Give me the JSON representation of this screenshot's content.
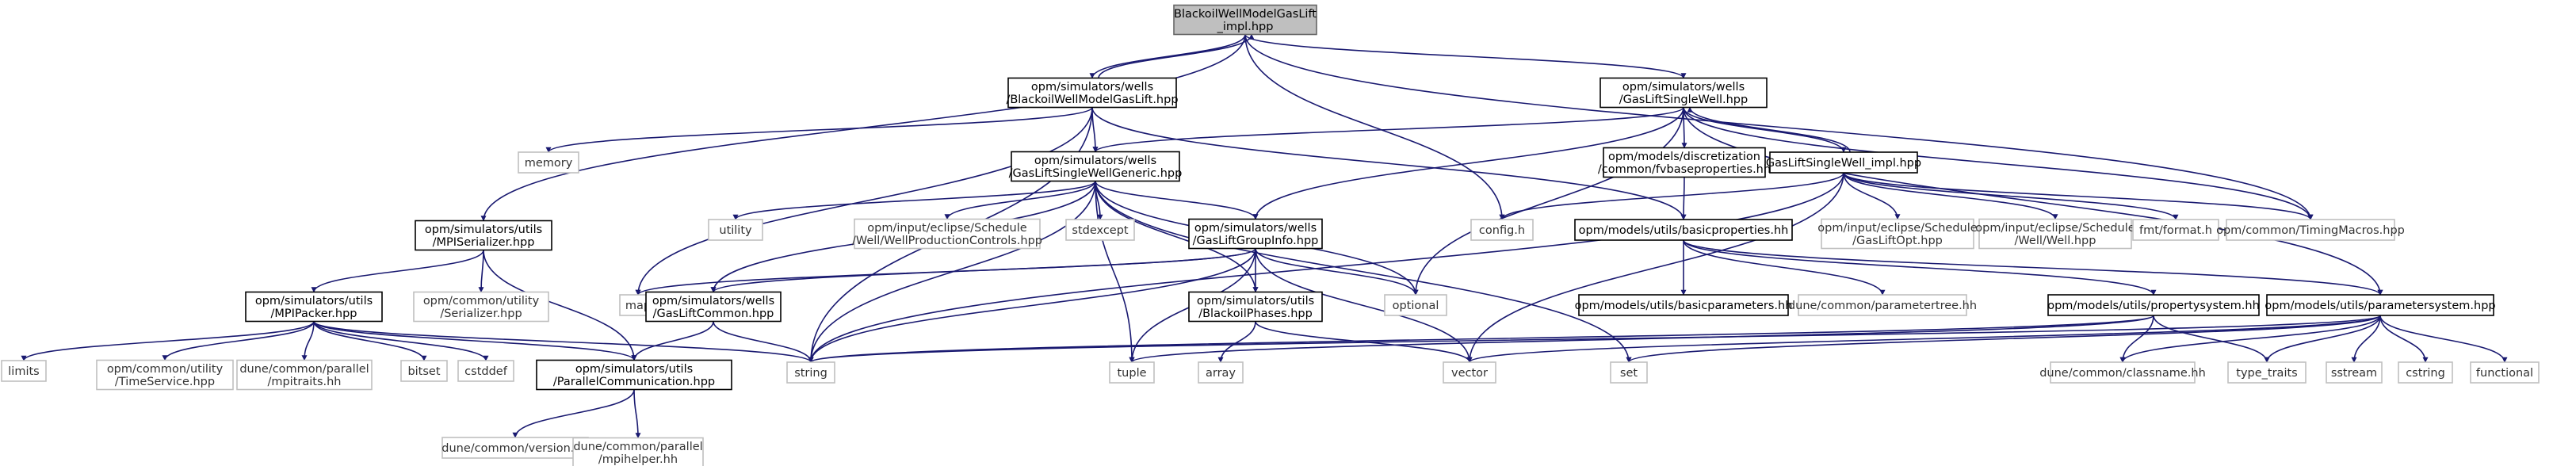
{
  "diagram": {
    "nodes": [
      {
        "id": "root",
        "kind": "root",
        "lines": [
          "BlackoilWellModelGasLift",
          "_impl.hpp"
        ]
      },
      {
        "id": "bwmgl",
        "kind": "int",
        "lines": [
          "opm/simulators/wells",
          "/BlackoilWellModelGasLift.hpp"
        ]
      },
      {
        "id": "glsw",
        "kind": "int",
        "lines": [
          "opm/simulators/wells",
          "/GasLiftSingleWell.hpp"
        ]
      },
      {
        "id": "memory",
        "kind": "ext",
        "lines": [
          "memory"
        ]
      },
      {
        "id": "glswg",
        "kind": "int",
        "lines": [
          "opm/simulators/wells",
          "/GasLiftSingleWellGeneric.hpp"
        ]
      },
      {
        "id": "fvbase",
        "kind": "int",
        "lines": [
          "opm/models/discretization",
          "/common/fvbaseproperties.hh"
        ]
      },
      {
        "id": "glswimpl",
        "kind": "int",
        "lines": [
          "GasLiftSingleWell_impl.hpp"
        ]
      },
      {
        "id": "mpiser",
        "kind": "int",
        "lines": [
          "opm/simulators/utils",
          "/MPISerializer.hpp"
        ]
      },
      {
        "id": "utility",
        "kind": "ext",
        "lines": [
          "utility"
        ]
      },
      {
        "id": "wpc",
        "kind": "ext",
        "lines": [
          "opm/input/eclipse/Schedule",
          "/Well/WellProductionControls.hpp"
        ]
      },
      {
        "id": "stdexcept",
        "kind": "ext",
        "lines": [
          "stdexcept"
        ]
      },
      {
        "id": "glgi",
        "kind": "int",
        "lines": [
          "opm/simulators/wells",
          "/GasLiftGroupInfo.hpp"
        ]
      },
      {
        "id": "configh",
        "kind": "ext",
        "lines": [
          "config.h"
        ]
      },
      {
        "id": "basicprops",
        "kind": "int",
        "lines": [
          "opm/models/utils/basicproperties.hh"
        ]
      },
      {
        "id": "gasliftopt",
        "kind": "ext",
        "lines": [
          "opm/input/eclipse/Schedule",
          "/GasLiftOpt.hpp"
        ]
      },
      {
        "id": "wellhpp",
        "kind": "ext",
        "lines": [
          "opm/input/eclipse/Schedule",
          "/Well/Well.hpp"
        ]
      },
      {
        "id": "fmt",
        "kind": "ext",
        "lines": [
          "fmt/format.h"
        ]
      },
      {
        "id": "timing",
        "kind": "ext",
        "lines": [
          "opm/common/TimingMacros.hpp"
        ]
      },
      {
        "id": "mpipacker",
        "kind": "int",
        "lines": [
          "opm/simulators/utils",
          "/MPIPacker.hpp"
        ]
      },
      {
        "id": "serializer",
        "kind": "ext",
        "lines": [
          "opm/common/utility",
          "/Serializer.hpp"
        ]
      },
      {
        "id": "map",
        "kind": "ext",
        "lines": [
          "map"
        ]
      },
      {
        "id": "glcommon",
        "kind": "int",
        "lines": [
          "opm/simulators/wells",
          "/GasLiftCommon.hpp"
        ]
      },
      {
        "id": "blackoilphases",
        "kind": "int",
        "lines": [
          "opm/simulators/utils",
          "/BlackoilPhases.hpp"
        ]
      },
      {
        "id": "optional",
        "kind": "ext",
        "lines": [
          "optional"
        ]
      },
      {
        "id": "basicparams",
        "kind": "int",
        "lines": [
          "opm/models/utils/basicparameters.hh"
        ]
      },
      {
        "id": "paramtree",
        "kind": "ext",
        "lines": [
          "dune/common/parametertree.hh"
        ]
      },
      {
        "id": "propsys",
        "kind": "int",
        "lines": [
          "opm/models/utils/propertysystem.hh"
        ]
      },
      {
        "id": "paramsys",
        "kind": "int",
        "lines": [
          "opm/models/utils/parametersystem.hpp"
        ]
      },
      {
        "id": "limits",
        "kind": "ext",
        "lines": [
          "limits"
        ]
      },
      {
        "id": "timeservice",
        "kind": "ext",
        "lines": [
          "opm/common/utility",
          "/TimeService.hpp"
        ]
      },
      {
        "id": "mpitraits",
        "kind": "ext",
        "lines": [
          "dune/common/parallel",
          "/mpitraits.hh"
        ]
      },
      {
        "id": "bitset",
        "kind": "ext",
        "lines": [
          "bitset"
        ]
      },
      {
        "id": "cstddef",
        "kind": "ext",
        "lines": [
          "cstddef"
        ]
      },
      {
        "id": "string",
        "kind": "ext",
        "lines": [
          "string"
        ]
      },
      {
        "id": "parcomm",
        "kind": "int",
        "lines": [
          "opm/simulators/utils",
          "/ParallelCommunication.hpp"
        ]
      },
      {
        "id": "tuple",
        "kind": "ext",
        "lines": [
          "tuple"
        ]
      },
      {
        "id": "array",
        "kind": "ext",
        "lines": [
          "array"
        ]
      },
      {
        "id": "vector",
        "kind": "ext",
        "lines": [
          "vector"
        ]
      },
      {
        "id": "set",
        "kind": "ext",
        "lines": [
          "set"
        ]
      },
      {
        "id": "classname",
        "kind": "ext",
        "lines": [
          "dune/common/classname.hh"
        ]
      },
      {
        "id": "typetraits",
        "kind": "ext",
        "lines": [
          "type_traits"
        ]
      },
      {
        "id": "sstream",
        "kind": "ext",
        "lines": [
          "sstream"
        ]
      },
      {
        "id": "cstring",
        "kind": "ext",
        "lines": [
          "cstring"
        ]
      },
      {
        "id": "functional",
        "kind": "ext",
        "lines": [
          "functional"
        ]
      },
      {
        "id": "duneversion",
        "kind": "ext",
        "lines": [
          "dune/common/version.hh"
        ]
      },
      {
        "id": "mpihelper",
        "kind": "ext",
        "lines": [
          "dune/common/parallel",
          "/mpihelper.hh"
        ]
      }
    ],
    "edges": [
      [
        "root",
        "bwmgl"
      ],
      [
        "root",
        "glsw"
      ],
      [
        "root",
        "mpiser"
      ],
      [
        "root",
        "configh"
      ],
      [
        "root",
        "timing"
      ],
      [
        "bwmgl",
        "root"
      ],
      [
        "bwmgl",
        "memory"
      ],
      [
        "bwmgl",
        "glswg"
      ],
      [
        "bwmgl",
        "basicprops"
      ],
      [
        "bwmgl",
        "map"
      ],
      [
        "bwmgl",
        "string"
      ],
      [
        "glsw",
        "glswg"
      ],
      [
        "glsw",
        "fvbase"
      ],
      [
        "glsw",
        "glswimpl"
      ],
      [
        "glsw",
        "glgi"
      ],
      [
        "glsw",
        "optional"
      ],
      [
        "glsw",
        "timing"
      ],
      [
        "glsw",
        "paramsys"
      ],
      [
        "glswimpl",
        "glsw"
      ],
      [
        "glswimpl",
        "configh"
      ],
      [
        "glswimpl",
        "gasliftopt"
      ],
      [
        "glswimpl",
        "wellhpp"
      ],
      [
        "glswimpl",
        "fmt"
      ],
      [
        "glswimpl",
        "timing"
      ],
      [
        "glswimpl",
        "string"
      ],
      [
        "glswimpl",
        "vector"
      ],
      [
        "glswg",
        "utility"
      ],
      [
        "glswg",
        "wpc"
      ],
      [
        "glswg",
        "stdexcept"
      ],
      [
        "glswg",
        "glgi"
      ],
      [
        "glswg",
        "glcommon"
      ],
      [
        "glswg",
        "blackoilphases"
      ],
      [
        "glswg",
        "optional"
      ],
      [
        "glswg",
        "string"
      ],
      [
        "glswg",
        "tuple"
      ],
      [
        "glswg",
        "set"
      ],
      [
        "fvbase",
        "basicprops"
      ],
      [
        "mpiser",
        "mpipacker"
      ],
      [
        "mpiser",
        "serializer"
      ],
      [
        "mpiser",
        "parcomm"
      ],
      [
        "glgi",
        "map"
      ],
      [
        "glgi",
        "glcommon"
      ],
      [
        "glgi",
        "blackoilphases"
      ],
      [
        "glgi",
        "optional"
      ],
      [
        "glgi",
        "string"
      ],
      [
        "glgi",
        "tuple"
      ],
      [
        "glgi",
        "vector"
      ],
      [
        "basicprops",
        "basicparams"
      ],
      [
        "basicprops",
        "paramtree"
      ],
      [
        "basicprops",
        "propsys"
      ],
      [
        "basicprops",
        "paramsys"
      ],
      [
        "mpipacker",
        "limits"
      ],
      [
        "mpipacker",
        "timeservice"
      ],
      [
        "mpipacker",
        "mpitraits"
      ],
      [
        "mpipacker",
        "bitset"
      ],
      [
        "mpipacker",
        "cstddef"
      ],
      [
        "mpipacker",
        "string"
      ],
      [
        "mpipacker",
        "parcomm"
      ],
      [
        "glcommon",
        "parcomm"
      ],
      [
        "glcommon",
        "string"
      ],
      [
        "blackoilphases",
        "array"
      ],
      [
        "blackoilphases",
        "vector"
      ],
      [
        "propsys",
        "tuple"
      ],
      [
        "propsys",
        "string"
      ],
      [
        "propsys",
        "classname"
      ],
      [
        "propsys",
        "typetraits"
      ],
      [
        "paramsys",
        "string"
      ],
      [
        "paramsys",
        "vector"
      ],
      [
        "paramsys",
        "set"
      ],
      [
        "paramsys",
        "classname"
      ],
      [
        "paramsys",
        "typetraits"
      ],
      [
        "paramsys",
        "sstream"
      ],
      [
        "paramsys",
        "cstring"
      ],
      [
        "paramsys",
        "functional"
      ],
      [
        "parcomm",
        "duneversion"
      ],
      [
        "parcomm",
        "mpihelper"
      ]
    ]
  }
}
